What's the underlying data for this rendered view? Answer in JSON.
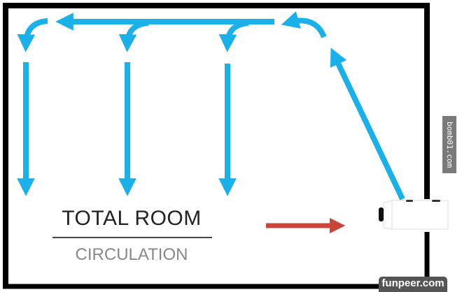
{
  "labels": {
    "title": "TOTAL ROOM",
    "subtitle": "CIRCULATION"
  },
  "watermarks": {
    "side": "bomb01.com",
    "bottom": "funpeer.com"
  },
  "colors": {
    "flow": "#1ab0ea",
    "entry": "#c8453a",
    "wall": "#000000"
  }
}
